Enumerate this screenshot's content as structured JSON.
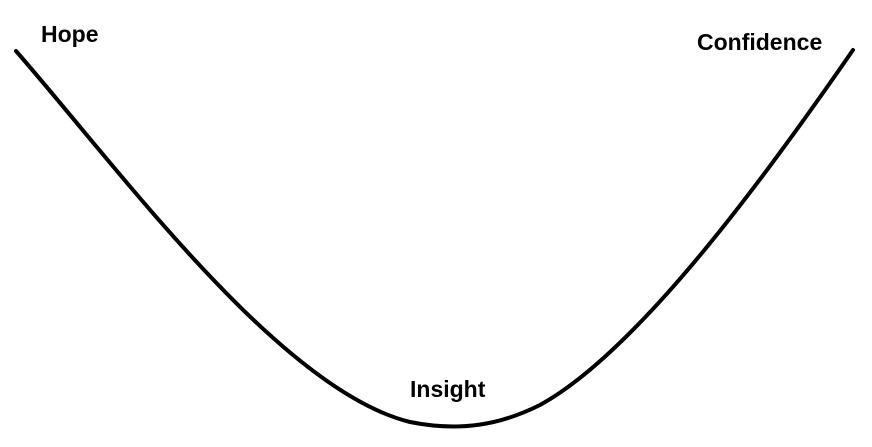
{
  "diagram": {
    "labels": {
      "start": "Hope",
      "bottom": "Insight",
      "end": "Confidence"
    },
    "colors": {
      "curve": "#000000",
      "text": "#000000",
      "background": "#ffffff"
    }
  }
}
